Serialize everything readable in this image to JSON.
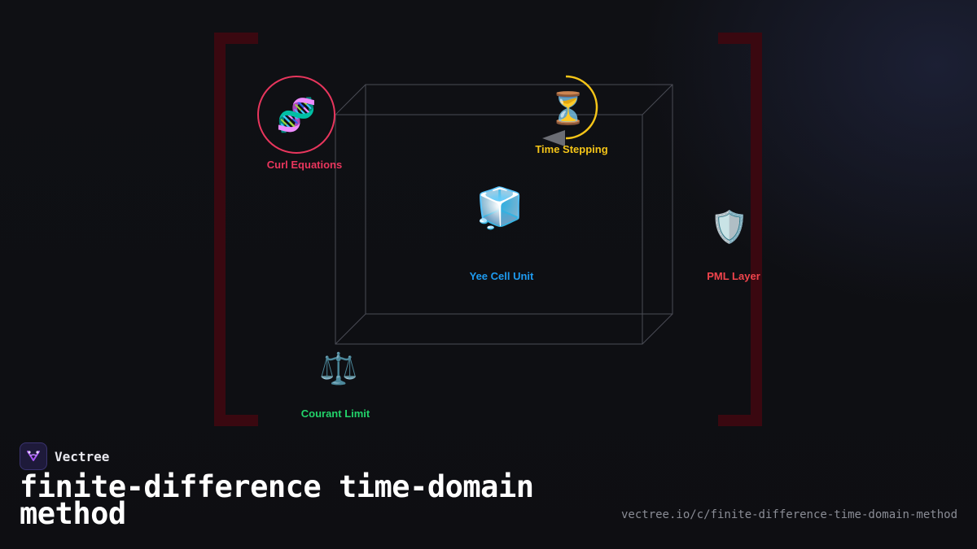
{
  "nodes": {
    "curl": {
      "label": "Curl Equations",
      "icon": "dna-icon",
      "glyph": "🧬",
      "color": "#e8365d"
    },
    "time": {
      "label": "Time Stepping",
      "icon": "hourglass-icon",
      "glyph": "⏳",
      "color": "#f5c518"
    },
    "yee": {
      "label": "Yee Cell Unit",
      "icon": "ice-cube-icon",
      "glyph": "🧊",
      "color": "#1e9bf0"
    },
    "pml": {
      "label": "PML Layer",
      "icon": "shield-icon",
      "glyph": "🛡️",
      "color": "#f0444c"
    },
    "courant": {
      "label": "Courant Limit",
      "icon": "balance-scale-icon",
      "glyph": "⚖️",
      "color": "#22d36a"
    }
  },
  "brand": {
    "name": "Vectree",
    "logo_color": "#a855f7"
  },
  "title": "finite-difference time-domain method",
  "url": "vectree.io/c/finite-difference-time-domain-method",
  "colors": {
    "bracket": "#3a0810",
    "cube_edge": "#4a4c55",
    "background": "#0f1014"
  }
}
